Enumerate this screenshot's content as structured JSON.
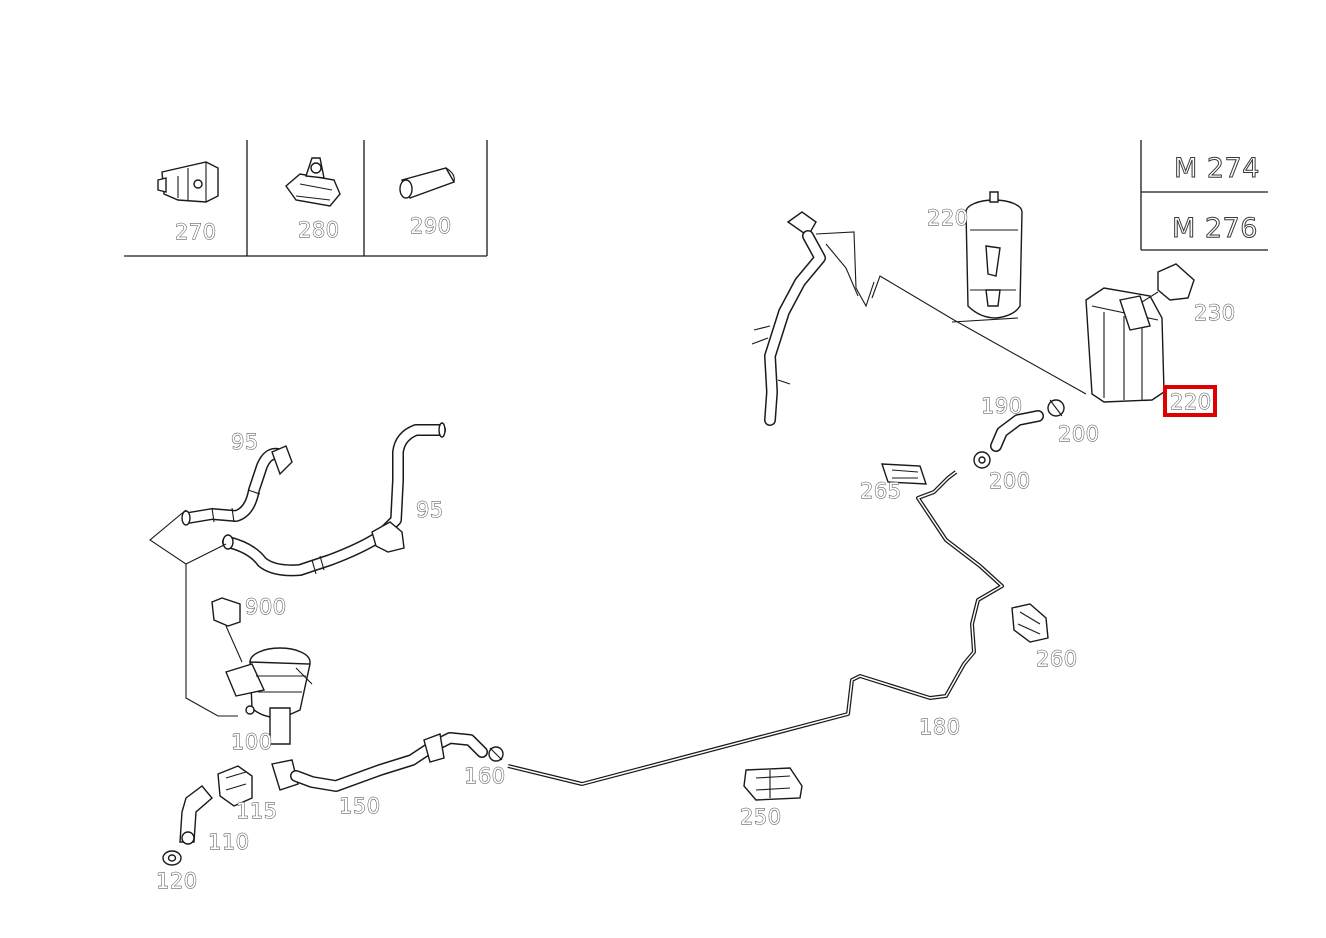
{
  "legend_parts": [
    {
      "label": "270",
      "icon": "clip-icon"
    },
    {
      "label": "280",
      "icon": "push-clip-icon"
    },
    {
      "label": "290",
      "icon": "hose-sleeve-icon"
    }
  ],
  "engine_variants": [
    "M 274",
    "M 276"
  ],
  "callouts": {
    "p95a": "95",
    "p95b": "95",
    "p900": "900",
    "p100": "100",
    "p110": "110",
    "p115": "115",
    "p120": "120",
    "p150": "150",
    "p160": "160",
    "p180": "180",
    "p190": "190",
    "p200a": "200",
    "p200b": "200",
    "p220a": "220",
    "p220b": "220",
    "p230": "230",
    "p250": "250",
    "p260": "260",
    "p265": "265"
  },
  "highlight": {
    "label": "220",
    "color": "#e00000"
  }
}
